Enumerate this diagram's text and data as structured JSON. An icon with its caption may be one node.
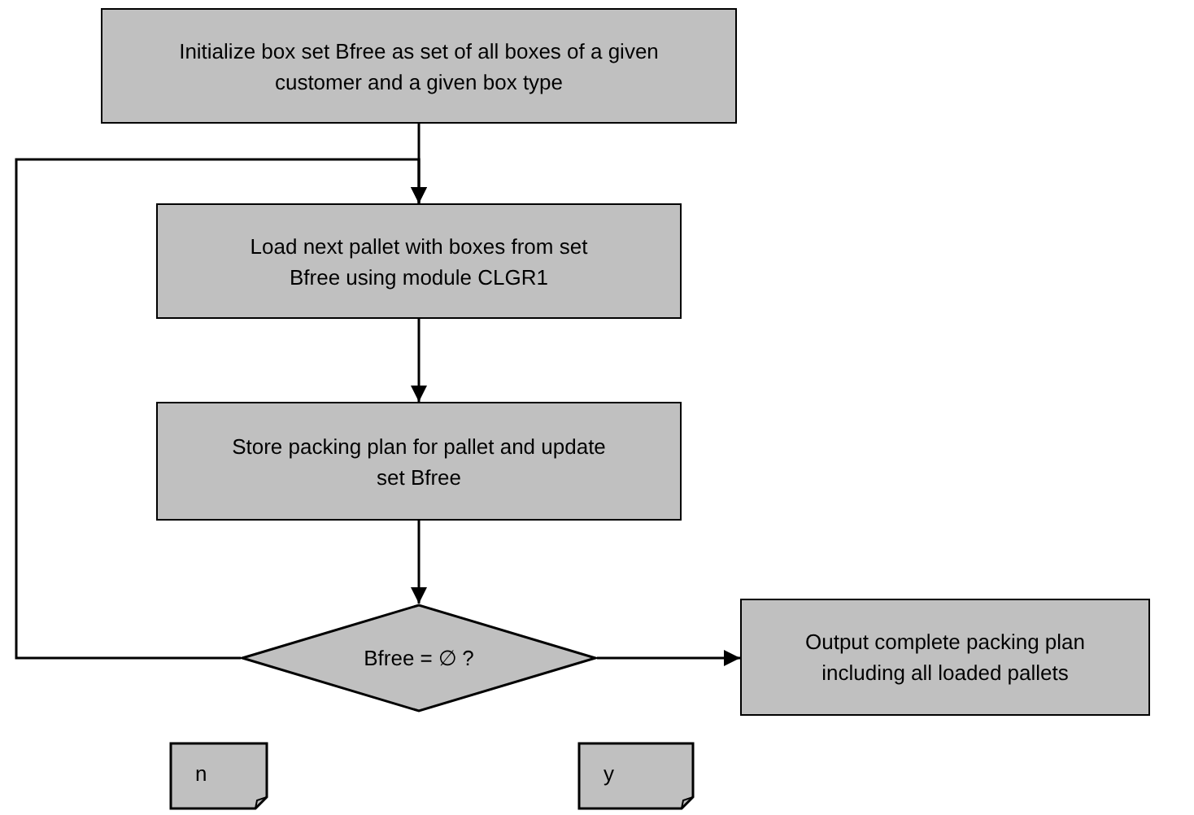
{
  "diagram": {
    "nodes": [
      {
        "text": [
          "Initialize box set Bfree as set of all boxes of a given customer and a given box type"
        ]
      },
      {
        "text": [
          "Load next pallet with boxes from set Bfree using module CLGR1"
        ]
      },
      {
        "text": [
          "Store packing plan for pallet and update set Bfree"
        ]
      },
      {
        "text": [
          "Bfree = ∅ ?"
        ]
      },
      {
        "text": [
          "Output complete packing plan including all loaded pallets"
        ]
      },
      {
        "text": [
          "n"
        ]
      },
      {
        "text": [
          "y"
        ]
      }
    ],
    "edges": [
      {
        "from": 0,
        "to": 1,
        "arrow": "to"
      },
      {
        "from": 1,
        "to": 2,
        "arrow": "to"
      },
      {
        "from": 2,
        "to": 3,
        "arrow": "to"
      },
      {
        "from": 3,
        "to": 1,
        "arrow": "to"
      },
      {
        "from": 3,
        "to": 4,
        "arrow": "to"
      }
    ]
  }
}
